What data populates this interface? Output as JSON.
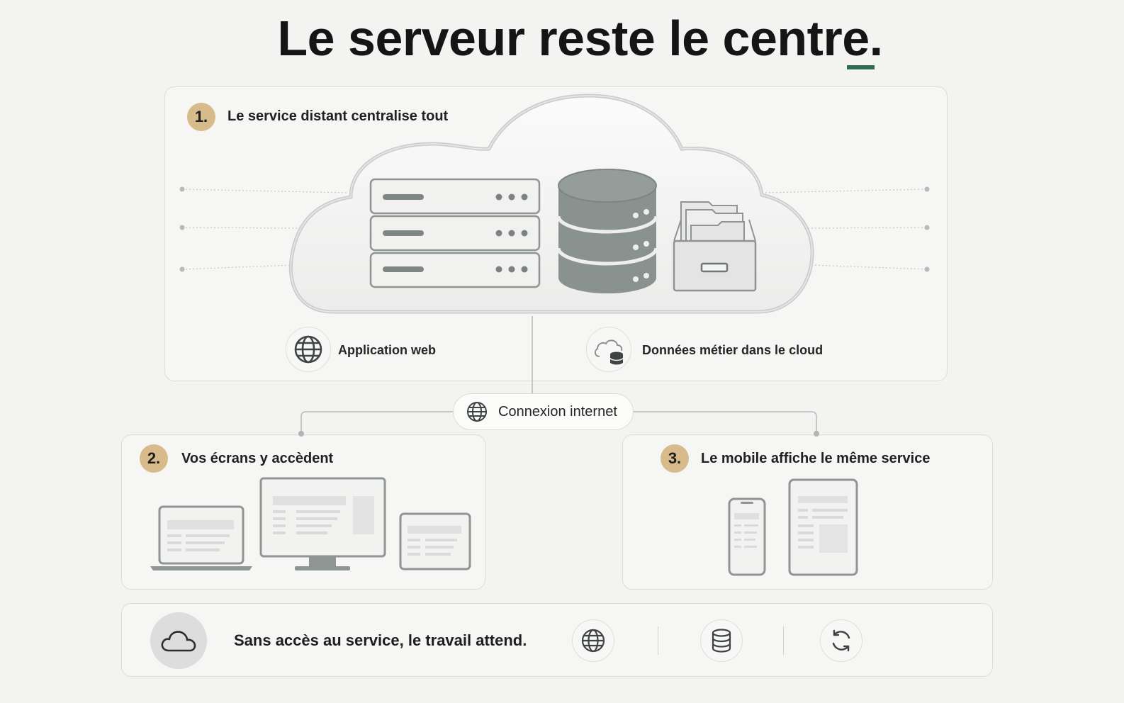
{
  "title": "Le serveur reste le centre.",
  "accent_color": "#2f6b55",
  "badge_color": "#d7bb8a",
  "panels": {
    "server": {
      "number": "1.",
      "title": "Le service distant centralise tout",
      "items": [
        {
          "icon": "globe-icon",
          "label": "Application web"
        },
        {
          "icon": "cloud-database-icon",
          "label": "Données métier dans le cloud"
        }
      ]
    },
    "screens": {
      "number": "2.",
      "title": "Vos écrans y accèdent"
    },
    "mobile": {
      "number": "3.",
      "title": "Le mobile affiche le même service"
    }
  },
  "connection": {
    "icon": "globe-icon",
    "label": "Connexion internet"
  },
  "footer": {
    "icon": "cloud-icon",
    "text": "Sans accès au service, le travail attend.",
    "icons": [
      "globe-icon",
      "database-icon",
      "sync-icon"
    ]
  }
}
